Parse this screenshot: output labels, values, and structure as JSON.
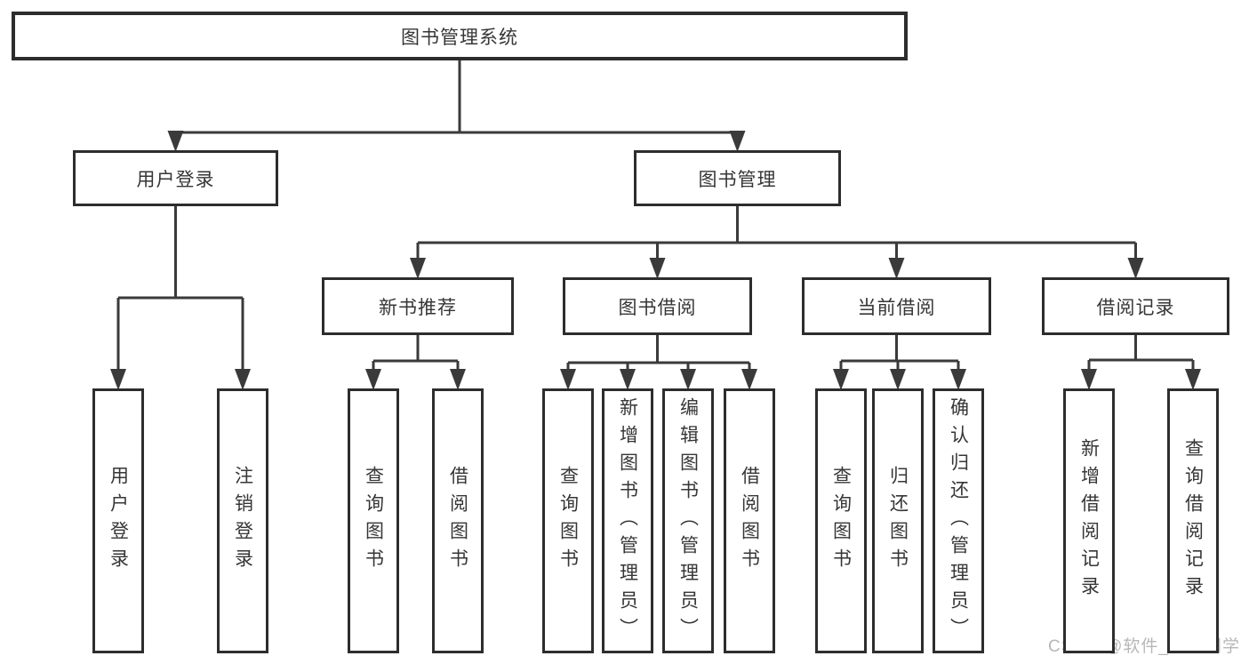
{
  "diagram": {
    "type": "hierarchy-tree",
    "title": "图书管理系统",
    "watermark": "CSDN @软件_小贺同学",
    "colors": {
      "line": "#3a3a3a",
      "box_border": "#2d2d2d",
      "text": "#363636",
      "watermark": "#b7b7b7",
      "background": "#ffffff"
    },
    "nodes": [
      {
        "id": "root",
        "label": "图书管理系统",
        "parent": null,
        "orientation": "horizontal"
      },
      {
        "id": "user-login",
        "label": "用户登录",
        "parent": "root",
        "orientation": "horizontal"
      },
      {
        "id": "book-mgmt",
        "label": "图书管理",
        "parent": "root",
        "orientation": "horizontal"
      },
      {
        "id": "new-book-rec",
        "label": "新书推荐",
        "parent": "book-mgmt",
        "orientation": "horizontal"
      },
      {
        "id": "book-borrow",
        "label": "图书借阅",
        "parent": "book-mgmt",
        "orientation": "horizontal"
      },
      {
        "id": "current-borrow",
        "label": "当前借阅",
        "parent": "book-mgmt",
        "orientation": "horizontal"
      },
      {
        "id": "borrow-records",
        "label": "借阅记录",
        "parent": "book-mgmt",
        "orientation": "horizontal"
      },
      {
        "id": "leaf-user-login",
        "label": "用户登录",
        "parent": "user-login",
        "orientation": "vertical"
      },
      {
        "id": "leaf-logout",
        "label": "注销登录",
        "parent": "user-login",
        "orientation": "vertical"
      },
      {
        "id": "leaf-query-book-1",
        "label": "查询图书",
        "parent": "new-book-rec",
        "orientation": "vertical"
      },
      {
        "id": "leaf-borrow-book-1",
        "label": "借阅图书",
        "parent": "new-book-rec",
        "orientation": "vertical"
      },
      {
        "id": "leaf-query-book-2",
        "label": "查询图书",
        "parent": "book-borrow",
        "orientation": "vertical"
      },
      {
        "id": "leaf-add-book",
        "label": "新增图书（管理员）",
        "parent": "book-borrow",
        "orientation": "vertical"
      },
      {
        "id": "leaf-edit-book",
        "label": "编辑图书（管理员）",
        "parent": "book-borrow",
        "orientation": "vertical"
      },
      {
        "id": "leaf-borrow-book-2",
        "label": "借阅图书",
        "parent": "book-borrow",
        "orientation": "vertical"
      },
      {
        "id": "leaf-query-book-3",
        "label": "查询图书",
        "parent": "current-borrow",
        "orientation": "vertical"
      },
      {
        "id": "leaf-return-book",
        "label": "归还图书",
        "parent": "current-borrow",
        "orientation": "vertical"
      },
      {
        "id": "leaf-confirm-return",
        "label": "确认归还（管理员）",
        "parent": "current-borrow",
        "orientation": "vertical"
      },
      {
        "id": "leaf-add-borrow-record",
        "label": "新增借阅记录",
        "parent": "borrow-records",
        "orientation": "vertical"
      },
      {
        "id": "leaf-query-borrow-record",
        "label": "查询借阅记录",
        "parent": "borrow-records",
        "orientation": "vertical"
      }
    ]
  }
}
